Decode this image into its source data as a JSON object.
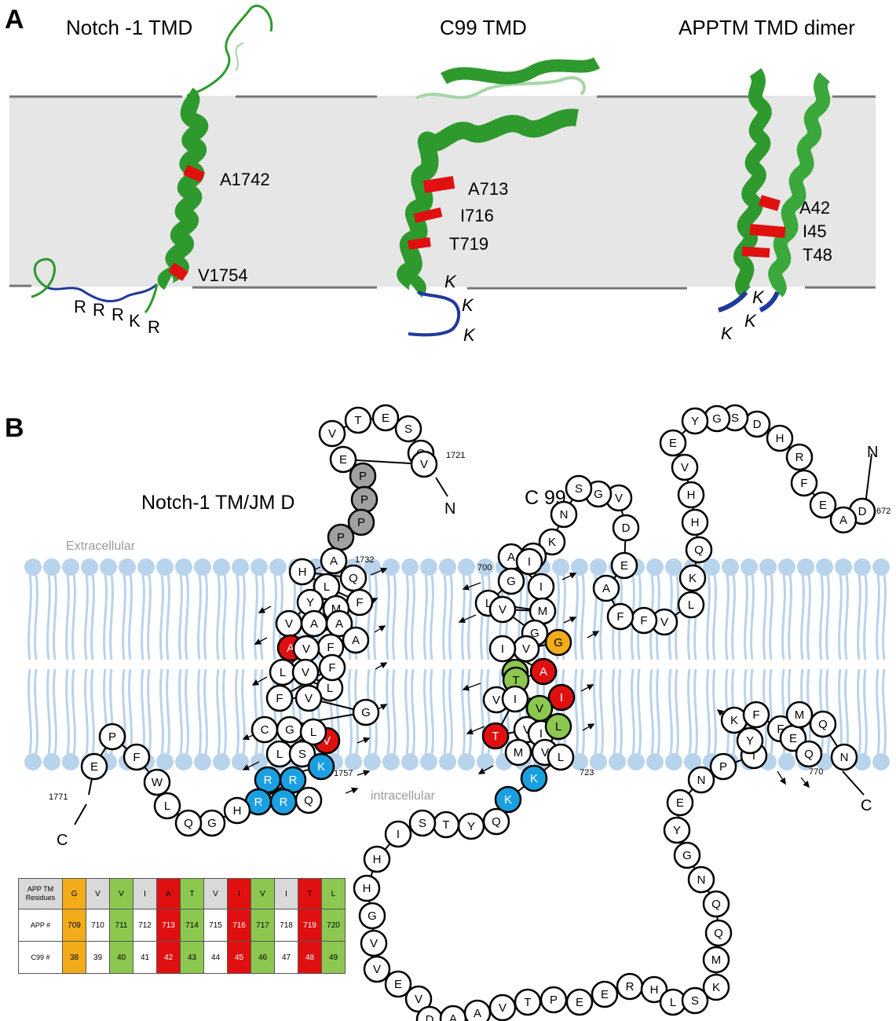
{
  "panelA": {
    "label": "A",
    "titles": [
      "Notch  -1 TMD",
      "C99 TMD",
      "APPTM TMD dimer"
    ],
    "notch": {
      "residues": [
        "A1742",
        "V1754"
      ],
      "basic": [
        "R",
        "R",
        "R",
        "K",
        "R"
      ]
    },
    "c99": {
      "residues": [
        "A713",
        "I716",
        "T719"
      ],
      "basic": [
        "K",
        "K",
        "K"
      ]
    },
    "dimer": {
      "residues": [
        "A42",
        "I45",
        "T48"
      ],
      "basic": [
        "K",
        "K",
        "K"
      ]
    }
  },
  "panelB": {
    "label": "B",
    "notch_title": "Notch-1 TM/JM D",
    "c99_title": "C 99",
    "extracellular": "Extracellular",
    "intracellular": "intracellular",
    "n_label": "N",
    "c_label": "C",
    "nums": {
      "n1721": "1721",
      "n1732": "1732",
      "n1757": "1757",
      "n1771": "1771",
      "n700": "700",
      "n723": "723",
      "n770": "770",
      "n672": "672"
    }
  },
  "colors": {
    "helix": "#2e9a2e",
    "highlight": "#e01010",
    "basic": "#1f3a9a",
    "membrane": "#e6e6e6",
    "lipid": "#b8d3ec",
    "grey": "#a0a0a0",
    "red": "#e01010",
    "blue": "#1aa0e0",
    "green": "#8cc850",
    "orange": "#f2ac1a"
  },
  "table": {
    "header": "APP TM Residues",
    "residues": [
      "G",
      "V",
      "V",
      "I",
      "A",
      "T",
      "V",
      "I",
      "V",
      "I",
      "T",
      "L"
    ],
    "app_label": "APP  #",
    "app": [
      "709",
      "710",
      "711",
      "712",
      "713",
      "714",
      "715",
      "716",
      "717",
      "718",
      "719",
      "720"
    ],
    "c99_label": "C99  #",
    "c99": [
      "38",
      "39",
      "40",
      "41",
      "42",
      "43",
      "44",
      "45",
      "46",
      "47",
      "48",
      "49"
    ],
    "col_colors": [
      "orange",
      "none",
      "green",
      "none",
      "red",
      "green",
      "none",
      "red",
      "green",
      "none",
      "red",
      "green"
    ]
  },
  "notch_seq": [
    {
      "r": "V"
    },
    {
      "r": "T"
    },
    {
      "r": "E"
    },
    {
      "r": "S"
    },
    {
      "r": "Q"
    },
    {
      "r": "V"
    },
    {
      "r": "E"
    },
    {
      "r": "P",
      "c": "grey"
    },
    {
      "r": "P",
      "c": "grey"
    },
    {
      "r": "P",
      "c": "grey"
    },
    {
      "r": "P",
      "c": "grey"
    },
    {
      "r": "A"
    },
    {
      "r": "Q"
    },
    {
      "r": "H"
    },
    {
      "r": "L"
    },
    {
      "r": "F"
    },
    {
      "r": "M"
    },
    {
      "r": "Y"
    },
    {
      "r": "V"
    },
    {
      "r": "A"
    },
    {
      "r": "A"
    },
    {
      "r": "A",
      "c": "red"
    },
    {
      "r": "A"
    },
    {
      "r": "F"
    },
    {
      "r": "V"
    },
    {
      "r": "L"
    },
    {
      "r": "L"
    },
    {
      "r": "V"
    },
    {
      "r": "F"
    },
    {
      "r": "F"
    },
    {
      "r": "V"
    },
    {
      "r": "G"
    },
    {
      "r": "C"
    },
    {
      "r": "G"
    },
    {
      "r": "V",
      "c": "red"
    },
    {
      "r": "L"
    },
    {
      "r": "L"
    },
    {
      "r": "S"
    },
    {
      "r": "K",
      "c": "blue"
    },
    {
      "r": "R",
      "c": "blue"
    },
    {
      "r": "R",
      "c": "blue"
    },
    {
      "r": "R",
      "c": "blue"
    },
    {
      "r": "R",
      "c": "blue"
    },
    {
      "r": "Q"
    },
    {
      "r": "H"
    },
    {
      "r": "G"
    },
    {
      "r": "Q"
    },
    {
      "r": "L"
    },
    {
      "r": "W"
    },
    {
      "r": "F"
    },
    {
      "r": "P"
    },
    {
      "r": "E"
    }
  ],
  "c99_seq": [
    {
      "r": "D"
    },
    {
      "r": "A"
    },
    {
      "r": "E"
    },
    {
      "r": "F"
    },
    {
      "r": "R"
    },
    {
      "r": "H"
    },
    {
      "r": "D"
    },
    {
      "r": "S"
    },
    {
      "r": "G"
    },
    {
      "r": "Y"
    },
    {
      "r": "E"
    },
    {
      "r": "V"
    },
    {
      "r": "H"
    },
    {
      "r": "H"
    },
    {
      "r": "Q"
    },
    {
      "r": "K"
    },
    {
      "r": "L"
    },
    {
      "r": "V"
    },
    {
      "r": "F"
    },
    {
      "r": "F"
    },
    {
      "r": "A"
    },
    {
      "r": "E"
    },
    {
      "r": "D"
    },
    {
      "r": "V"
    },
    {
      "r": "G"
    },
    {
      "r": "S"
    },
    {
      "r": "N"
    },
    {
      "r": "K"
    },
    {
      "r": "G"
    },
    {
      "r": "A"
    },
    {
      "r": "I"
    },
    {
      "r": "I"
    },
    {
      "r": "G"
    },
    {
      "r": "L"
    },
    {
      "r": "M"
    },
    {
      "r": "V"
    },
    {
      "r": "G"
    },
    {
      "r": "G",
      "c": "orange"
    },
    {
      "r": "V"
    },
    {
      "r": "V",
      "c": "green"
    },
    {
      "r": "I"
    },
    {
      "r": "A",
      "c": "red"
    },
    {
      "r": "T",
      "c": "green"
    },
    {
      "r": "V"
    },
    {
      "r": "I",
      "c": "red"
    },
    {
      "r": "V",
      "c": "green"
    },
    {
      "r": "I"
    },
    {
      "r": "T",
      "c": "red"
    },
    {
      "r": "V"
    },
    {
      "r": "I"
    },
    {
      "r": "L",
      "c": "green"
    },
    {
      "r": "V"
    },
    {
      "r": "M"
    },
    {
      "r": "L"
    },
    {
      "r": "K",
      "c": "blue"
    },
    {
      "r": "K",
      "c": "blue"
    },
    {
      "r": "Q"
    },
    {
      "r": "Y"
    },
    {
      "r": "T"
    },
    {
      "r": "S"
    },
    {
      "r": "I"
    },
    {
      "r": "H"
    },
    {
      "r": "H"
    },
    {
      "r": "G"
    },
    {
      "r": "V"
    },
    {
      "r": "V"
    },
    {
      "r": "E"
    },
    {
      "r": "V"
    },
    {
      "r": "D"
    },
    {
      "r": "A"
    },
    {
      "r": "A"
    },
    {
      "r": "V"
    },
    {
      "r": "T"
    },
    {
      "r": "P"
    },
    {
      "r": "E"
    },
    {
      "r": "E"
    },
    {
      "r": "R"
    },
    {
      "r": "H"
    },
    {
      "r": "L"
    },
    {
      "r": "S"
    },
    {
      "r": "K"
    },
    {
      "r": "M"
    },
    {
      "r": "Q"
    },
    {
      "r": "Q"
    },
    {
      "r": "N"
    },
    {
      "r": "G"
    },
    {
      "r": "Y"
    },
    {
      "r": "E"
    },
    {
      "r": "N"
    },
    {
      "r": "P"
    },
    {
      "r": "T"
    },
    {
      "r": "Y"
    },
    {
      "r": "K"
    },
    {
      "r": "F"
    },
    {
      "r": "F"
    },
    {
      "r": "E"
    },
    {
      "r": "Q"
    },
    {
      "r": "M"
    },
    {
      "r": "Q"
    },
    {
      "r": "N"
    }
  ]
}
